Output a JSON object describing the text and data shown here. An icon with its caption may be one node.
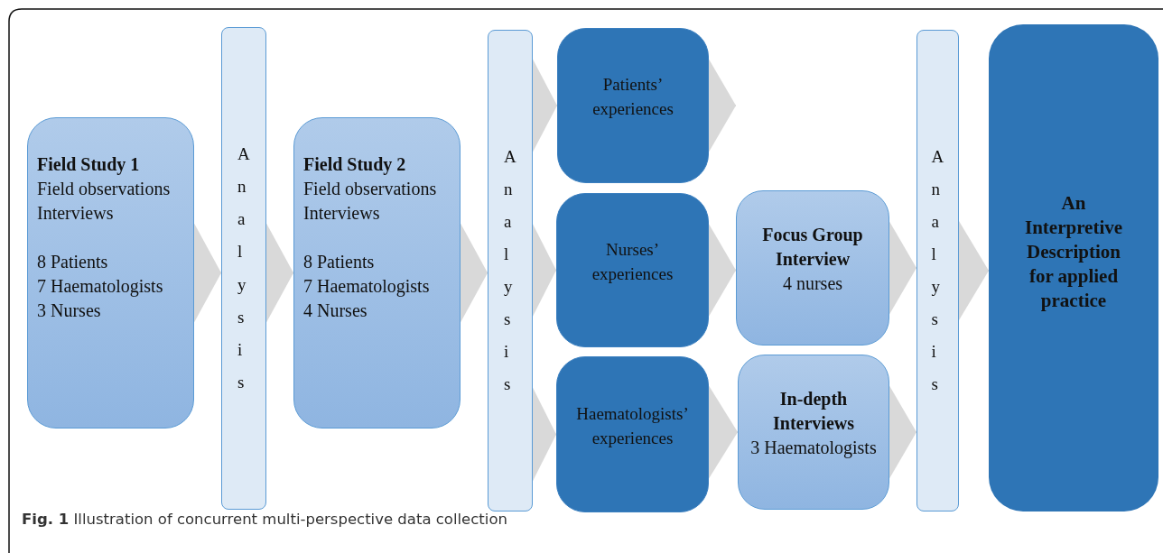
{
  "diagram": {
    "caption": "**Fig. 1** Illustration of concurrent multi-perspective data collection",
    "nodes": [
      {
        "text": [
          "Field Study 1",
          "Field observations",
          "Interviews",
          "8 Patients",
          "7 Haematologists",
          "3 Nurses"
        ]
      },
      {
        "text": [
          "Analysis"
        ]
      },
      {
        "text": [
          "Field Study 2",
          "Field observations",
          "Interviews",
          "8 Patients",
          "7 Haematologists",
          "4 Nurses"
        ]
      },
      {
        "text": [
          "Analysis"
        ]
      },
      {
        "text": [
          "Patients’ experiences"
        ]
      },
      {
        "text": [
          "Nurses’ experiences"
        ]
      },
      {
        "text": [
          "Haematologists’ experiences"
        ]
      },
      {
        "text": [
          "Focus Group Interview",
          "4 nurses"
        ]
      },
      {
        "text": [
          "In-depth Interviews",
          "3 Haematologists"
        ]
      },
      {
        "text": [
          "Analysis"
        ]
      },
      {
        "text": [
          "An Interpretive Description for applied practice"
        ]
      }
    ],
    "edges": [
      {
        "from": 0,
        "to": 1,
        "arrow": "to"
      },
      {
        "from": 1,
        "to": 2,
        "arrow": "to"
      },
      {
        "from": 2,
        "to": 3,
        "arrow": "to"
      },
      {
        "from": 3,
        "to": 4,
        "arrow": "to"
      },
      {
        "from": 3,
        "to": 5,
        "arrow": "to"
      },
      {
        "from": 3,
        "to": 6,
        "arrow": "to"
      },
      {
        "from": 4,
        "to": null,
        "arrow": "to"
      },
      {
        "from": 5,
        "to": 7,
        "arrow": "to"
      },
      {
        "from": 6,
        "to": 8,
        "arrow": "to"
      },
      {
        "from": 7,
        "to": 9,
        "arrow": "to"
      },
      {
        "from": 8,
        "to": 9,
        "arrow": "to"
      },
      {
        "from": 9,
        "to": 10,
        "arrow": "to"
      }
    ]
  }
}
